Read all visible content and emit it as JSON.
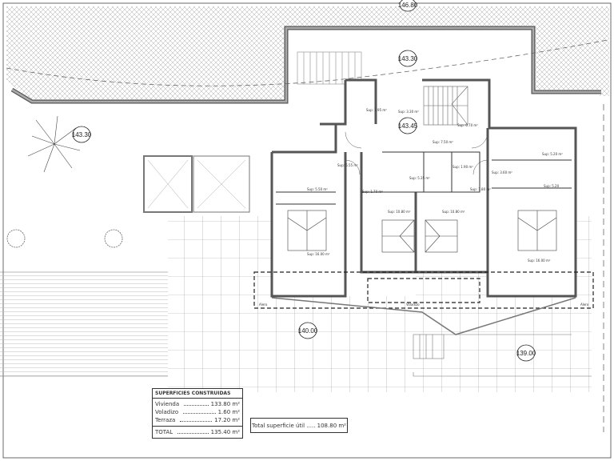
{
  "levels": {
    "top": "146.80",
    "upper_terrace": "143.30",
    "garden": "143.30",
    "hall": "143.45",
    "terrace": "140.00",
    "lower": "139.00"
  },
  "rooms": {
    "wc_small": "Sup: 1.95 m²",
    "entry": "Sup: 3.30 m²",
    "stairs": "Sup: 6.70 m²",
    "hall": "Sup: 7.50 m²",
    "bath_right": "Sup: 5.20 m²",
    "dressing_right": "Sup: 5.20",
    "corridor_right": "Sup: 3.60 m²",
    "corridor_left": "Sup: 5.55 m²",
    "bath_left": "Sup: 5.50 m²",
    "bath_center": "Sup: 5.35 m²",
    "wc_center": "Sup: 1.90 m²",
    "passage_left": "Sup: 1.70 m²",
    "passage_right": "Sup: 1.80 m²",
    "bedroom_center_left": "Sup: 10.80 m²",
    "bedroom_center_right": "Sup: 10.80 m²",
    "bedroom_left": "Sup: 16.00 m²",
    "bedroom_right": "Sup: 16.00 m²"
  },
  "terrace_labels": {
    "left": "Alero",
    "center": "Voladizo",
    "right": "Alero"
  },
  "surfaces": {
    "title": "SUPERFICIES CONSTRUIDAS",
    "rows": [
      {
        "label": "Vivienda",
        "value": "133.80 m²"
      },
      {
        "label": "Voladizo",
        "value": "1.60 m²"
      },
      {
        "label": "Terraza",
        "value": "17.20 m²"
      }
    ],
    "total_label": "TOTAL",
    "total_value": "135.40 m²"
  },
  "useful_total": "Total superficie útil ..... 108.80 m²",
  "colors": {
    "wall": "#8a8a8a",
    "line": "#333333",
    "hatch": "#9a9a9a"
  }
}
